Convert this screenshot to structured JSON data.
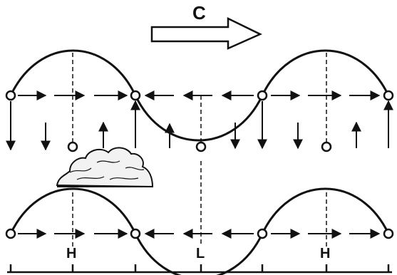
{
  "labels": {
    "phase_speed": "C",
    "high_left": "H",
    "low": "L",
    "high_right": "H"
  },
  "colors": {
    "ink": "#111111",
    "background": "#ffffff",
    "cloud_fill": "#f2f2f2"
  },
  "icons": {
    "direction": "arrow-right-outline",
    "cloud": "cumulus-cloud"
  }
}
